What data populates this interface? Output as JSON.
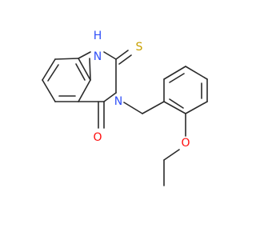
{
  "molecule": {
    "colors": {
      "bond": "#2a2a2a",
      "nitrogen": "#3050f8",
      "sulfur": "#c8a000",
      "oxygen": "#ff0d0d"
    },
    "atoms": {
      "nh": "H",
      "n1": "N",
      "s": "S",
      "n3": "N",
      "o_carbonyl": "O",
      "o_ether": "O"
    }
  }
}
